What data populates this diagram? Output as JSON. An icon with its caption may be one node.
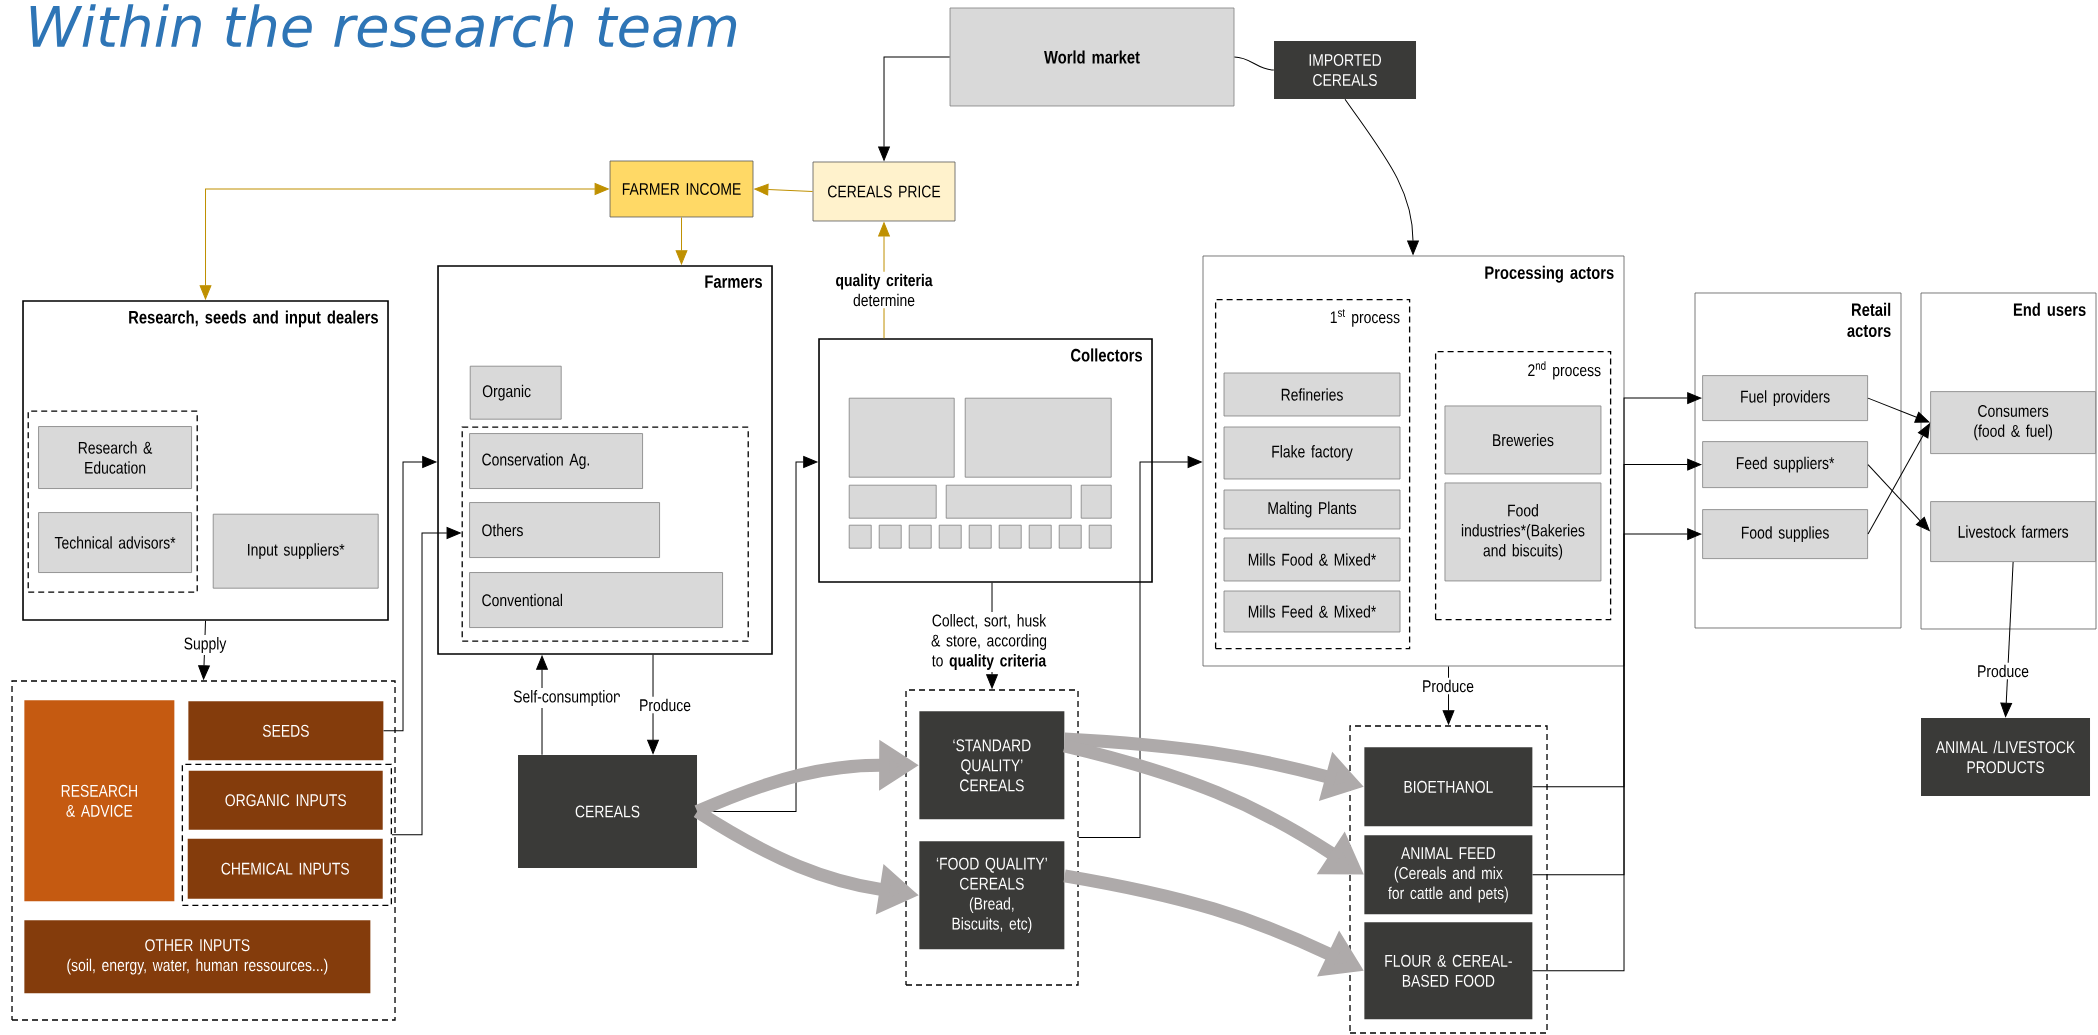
{
  "diagram": {
    "title": "Within the research team",
    "nodes": [
      {
        "text": [
          "World market"
        ]
      },
      {
        "text": [
          "IMPORTED CEREALS"
        ]
      },
      {
        "text": [
          "FARMER INCOME"
        ]
      },
      {
        "text": [
          "CEREALS PRICE"
        ]
      },
      {
        "text": [
          "Research, seeds and input dealers"
        ]
      },
      {
        "text": [],
        "shape": "box",
        "in": 4
      },
      {
        "text": [
          "Research & Education"
        ],
        "in": 5
      },
      {
        "text": [
          "Technical advisors*"
        ],
        "in": 5
      },
      {
        "text": [
          "Input suppliers*"
        ],
        "in": 4
      },
      {
        "text": [],
        "shape": "box"
      },
      {
        "text": [
          "RESEARCH & ADVICE"
        ],
        "in": 9
      },
      {
        "text": [
          "SEEDS"
        ],
        "in": 9
      },
      {
        "text": [],
        "shape": "box",
        "in": 9
      },
      {
        "text": [
          "ORGANIC INPUTS"
        ],
        "in": 12
      },
      {
        "text": [
          "CHEMICAL INPUTS"
        ],
        "in": 12
      },
      {
        "text": [
          "OTHER INPUTS",
          "(soil, energy, water, human ressources...)"
        ],
        "in": 9
      },
      {
        "text": [
          "Farmers"
        ]
      },
      {
        "text": [
          "Organic"
        ],
        "in": 16
      },
      {
        "text": [],
        "shape": "box",
        "in": 16
      },
      {
        "text": [
          "Conservation Ag."
        ],
        "in": 18
      },
      {
        "text": [
          "Others"
        ],
        "in": 18
      },
      {
        "text": [
          "Conventional"
        ],
        "in": 18
      },
      {
        "text": [
          "CEREALS"
        ]
      },
      {
        "text": [
          "Collectors"
        ]
      },
      {
        "text": [],
        "shape": "box",
        "in": 23
      },
      {
        "text": [],
        "shape": "box",
        "in": 23
      },
      {
        "text": [],
        "shape": "box",
        "in": 23
      },
      {
        "text": [],
        "shape": "box",
        "in": 23
      },
      {
        "text": [],
        "shape": "box",
        "in": 23
      },
      {
        "text": [],
        "shape": "box",
        "in": 23
      },
      {
        "text": [],
        "shape": "box",
        "in": 23
      },
      {
        "text": [],
        "shape": "box",
        "in": 23
      },
      {
        "text": [],
        "shape": "box",
        "in": 23
      },
      {
        "text": [],
        "shape": "box",
        "in": 23
      },
      {
        "text": [],
        "shape": "box",
        "in": 23
      },
      {
        "text": [],
        "shape": "box",
        "in": 23
      },
      {
        "text": [],
        "shape": "box",
        "in": 23
      },
      {
        "text": [],
        "shape": "box",
        "in": 23
      },
      {
        "text": [],
        "shape": "box"
      },
      {
        "text": [
          "‘STANDARD QUALITY’ CEREALS"
        ],
        "in": 38
      },
      {
        "text": [
          "‘FOOD QUALITY’ CEREALS",
          "(Bread, Biscuits, etc)"
        ],
        "in": 38
      },
      {
        "text": [
          "Processing actors"
        ]
      },
      {
        "text": [
          "1$^{st}$ process"
        ],
        "in": 41
      },
      {
        "text": [
          "Refineries"
        ],
        "in": 42
      },
      {
        "text": [
          "Flake factory"
        ],
        "in": 42
      },
      {
        "text": [
          "Malting Plants"
        ],
        "in": 42
      },
      {
        "text": [
          "Mills Food & Mixed*"
        ],
        "in": 42
      },
      {
        "text": [
          "Mills Feed & Mixed*"
        ],
        "in": 42
      },
      {
        "text": [
          "2$^{nd}$ process"
        ],
        "in": 41
      },
      {
        "text": [
          "Breweries"
        ],
        "in": 48
      },
      {
        "text": [
          "Food industries*(Bakeries and biscuits)"
        ],
        "in": 48
      },
      {
        "text": [],
        "shape": "box"
      },
      {
        "text": [
          "BIOETHANOL"
        ],
        "in": 51
      },
      {
        "text": [
          "ANIMAL FEED",
          "(Cereals and mix for cattle and pets)"
        ],
        "in": 51
      },
      {
        "text": [
          "FLOUR & CEREAL-BASED FOOD"
        ],
        "in": 51
      },
      {
        "text": [
          "Retail actors"
        ]
      },
      {
        "text": [
          "Fuel providers"
        ],
        "in": 55
      },
      {
        "text": [
          "Feed suppliers*"
        ],
        "in": 55
      },
      {
        "text": [
          "Food supplies"
        ],
        "in": 55
      },
      {
        "text": [
          "End users"
        ]
      },
      {
        "text": [
          "Consumers (food & fuel)"
        ],
        "in": 59
      },
      {
        "text": [
          "Livestock farmers"
        ],
        "in": 59
      },
      {
        "text": [
          "ANIMAL /LIVESTOCK PRODUCTS"
        ]
      }
    ],
    "edges": [
      {
        "from": 0,
        "to": 3,
        "arrow": "to"
      },
      {
        "from": 0,
        "to": 1,
        "arrow": "none"
      },
      {
        "from": 1,
        "to": 41,
        "arrow": "to"
      },
      {
        "from": 3,
        "to": 2,
        "arrow": "to",
        "color": "#bf9000"
      },
      {
        "from": 2,
        "to": 4,
        "arrow": "both",
        "color": "#bf9000"
      },
      {
        "from": 2,
        "to": 16,
        "arrow": "to",
        "color": "#bf9000"
      },
      {
        "from": 23,
        "to": 3,
        "arrow": "to",
        "color": "#bf9000",
        "label": "**quality criteria** determine"
      },
      {
        "from": 4,
        "to": 9,
        "arrow": "to",
        "label": "Supply"
      },
      {
        "from": 11,
        "to": 16,
        "arrow": "to"
      },
      {
        "from": 12,
        "to": 18,
        "arrow": "to"
      },
      {
        "from": 22,
        "to": 16,
        "arrow": "to",
        "label": "Self-consumption"
      },
      {
        "from": 16,
        "to": 22,
        "arrow": "to",
        "label": "Produce"
      },
      {
        "from": 22,
        "to": 23,
        "arrow": "to"
      },
      {
        "from": 22,
        "to": 39,
        "arrow": "to",
        "style": "thick",
        "color": "#aeaaaa"
      },
      {
        "from": 22,
        "to": 40,
        "arrow": "to",
        "style": "thick",
        "color": "#aeaaaa"
      },
      {
        "from": 23,
        "to": 38,
        "arrow": "to",
        "label": "Collect, sort, husk & store, according to **quality criteria**"
      },
      {
        "from": 38,
        "to": 41,
        "arrow": "to"
      },
      {
        "from": 39,
        "to": 52,
        "arrow": "to",
        "style": "thick",
        "color": "#aeaaaa"
      },
      {
        "from": 39,
        "to": 53,
        "arrow": "to",
        "style": "thick",
        "color": "#aeaaaa"
      },
      {
        "from": 40,
        "to": 54,
        "arrow": "to",
        "style": "thick",
        "color": "#aeaaaa"
      },
      {
        "from": 41,
        "to": 51,
        "arrow": "to",
        "label": "Produce"
      },
      {
        "from": 52,
        "to": 56,
        "arrow": "to"
      },
      {
        "from": 53,
        "to": 57,
        "arrow": "to"
      },
      {
        "from": 54,
        "to": 58,
        "arrow": "to"
      },
      {
        "from": 56,
        "to": 60,
        "arrow": "to"
      },
      {
        "from": 57,
        "to": 61,
        "arrow": "to"
      },
      {
        "from": 58,
        "to": 60,
        "arrow": "to"
      },
      {
        "from": 61,
        "to": 62,
        "arrow": "to",
        "label": "Produce"
      }
    ]
  }
}
